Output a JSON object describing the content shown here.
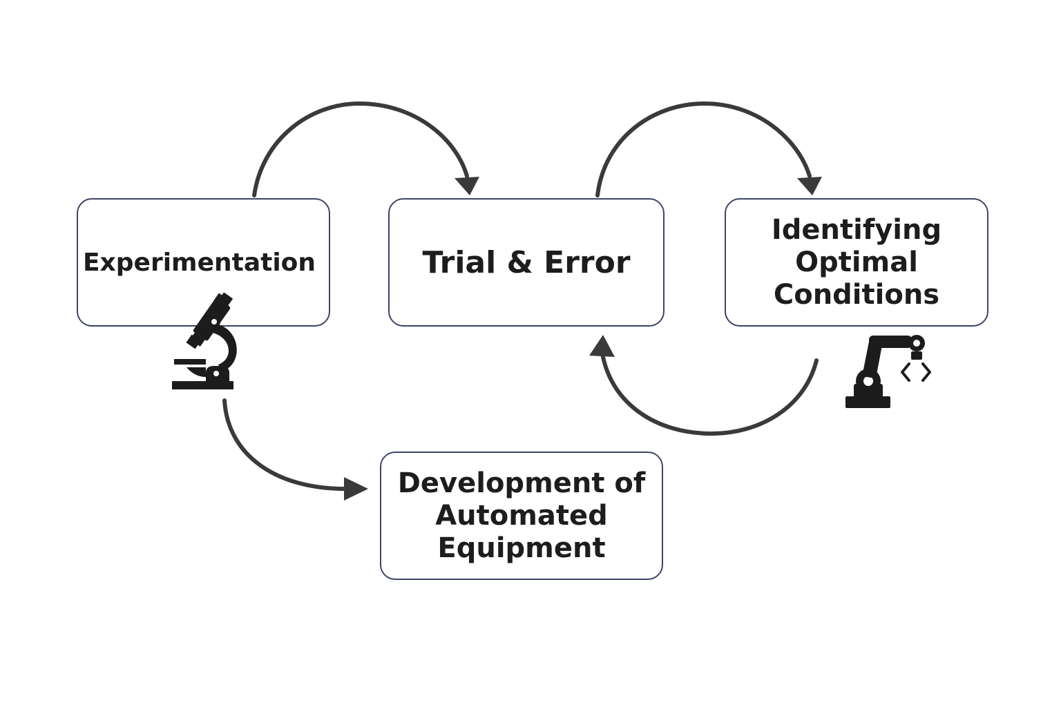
{
  "diagram": {
    "nodes": {
      "experimentation": {
        "label": "Experimentation"
      },
      "trial": {
        "label": "Trial & Error"
      },
      "identifying": {
        "label": "Identifying\nOptimal\nConditions"
      },
      "development": {
        "label": "Development of\nAutomated\nEquipment"
      }
    },
    "icons": {
      "experimentation": "microscope-icon",
      "identifying": "robotic-arm-icon"
    },
    "edges": [
      {
        "from": "Experimentation",
        "to": "Trial & Error"
      },
      {
        "from": "Trial & Error",
        "to": "Identifying Optimal Conditions"
      },
      {
        "from": "Identifying Optimal Conditions",
        "to": "Trial & Error"
      },
      {
        "from": "Experimentation",
        "to": "Development of Automated Equipment"
      }
    ],
    "colors": {
      "arrow": "#3a3a3a",
      "box_border": "#3d4366",
      "icon": "#1c1c1c",
      "text": "#1d1d1f"
    }
  }
}
